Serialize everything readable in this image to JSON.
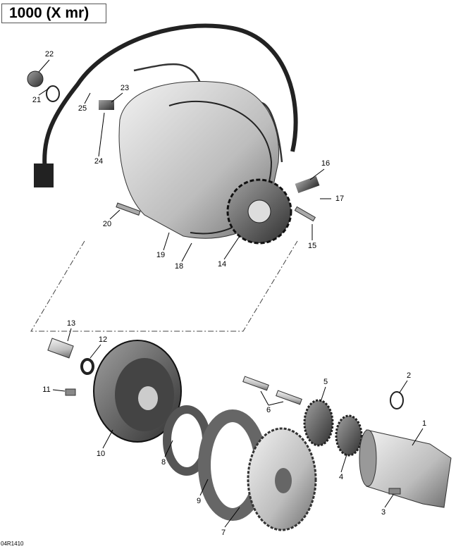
{
  "title": "1000 (X mr)",
  "reference_code": "04R1410",
  "callouts": [
    {
      "num": "22"
    },
    {
      "num": "21"
    },
    {
      "num": "25"
    },
    {
      "num": "23"
    },
    {
      "num": "24"
    },
    {
      "num": "16"
    },
    {
      "num": "17"
    },
    {
      "num": "20"
    },
    {
      "num": "15"
    },
    {
      "num": "19"
    },
    {
      "num": "18"
    },
    {
      "num": "14"
    },
    {
      "num": "13"
    },
    {
      "num": "12"
    },
    {
      "num": "11"
    },
    {
      "num": "10"
    },
    {
      "num": "8"
    },
    {
      "num": "9"
    },
    {
      "num": "7"
    },
    {
      "num": "6"
    },
    {
      "num": "5"
    },
    {
      "num": "4"
    },
    {
      "num": "2"
    },
    {
      "num": "1"
    },
    {
      "num": "3"
    }
  ]
}
